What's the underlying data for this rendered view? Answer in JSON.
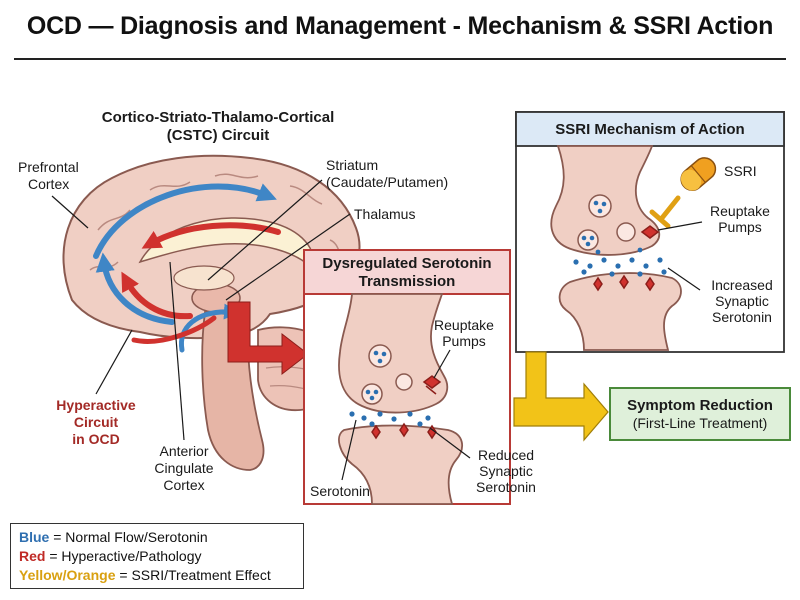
{
  "title": "OCD — Diagnosis and Management - Mechanism & SSRI Action",
  "colors": {
    "normal_flow": "#3f86c6",
    "pathology": "#d0322e",
    "treatment": "#f2c318",
    "tissue": "#f0cfc4",
    "tissue_outline": "#8a5a50",
    "panel_pink": "#f6d6d6",
    "panel_blue": "#dce9f6",
    "panel_green": "#dff0da"
  },
  "brain": {
    "heading_line1": "Cortico-Striato-Thalamo-Cortical",
    "heading_line2": "(CSTC) Circuit",
    "prefrontal_line1": "Prefrontal",
    "prefrontal_line2": "Cortex",
    "striatum_line1": "Striatum",
    "striatum_line2": "(Caudate/Putamen)",
    "thalamus": "Thalamus",
    "hyperactive_line1": "Hyperactive",
    "hyperactive_line2": "Circuit",
    "hyperactive_line3": "in OCD",
    "acc_line1": "Anterior",
    "acc_line2": "Cingulate",
    "acc_line3": "Cortex"
  },
  "dysregulated": {
    "title_line1": "Dysregulated Serotonin",
    "title_line2": "Transmission",
    "reuptake_line1": "Reuptake",
    "reuptake_line2": "Pumps",
    "serotonin": "Serotonin",
    "reduced_line1": "Reduced",
    "reduced_line2": "Synaptic",
    "reduced_line3": "Serotonin"
  },
  "ssri": {
    "title": "SSRI Mechanism of Action",
    "drug": "SSRI",
    "reuptake_line1": "Reuptake",
    "reuptake_line2": "Pumps",
    "increased_line1": "Increased",
    "increased_line2": "Synaptic",
    "increased_line3": "Serotonin"
  },
  "outcome": {
    "title": "Symptom Reduction",
    "subtitle": "(First-Line Treatment)"
  },
  "legend": {
    "blue_key": "Blue",
    "blue_text": " = Normal Flow/Serotonin",
    "red_key": "Red",
    "red_text": " = Hyperactive/Pathology",
    "yellow_key": "Yellow/Orange",
    "yellow_text": " = SSRI/Treatment Effect"
  }
}
